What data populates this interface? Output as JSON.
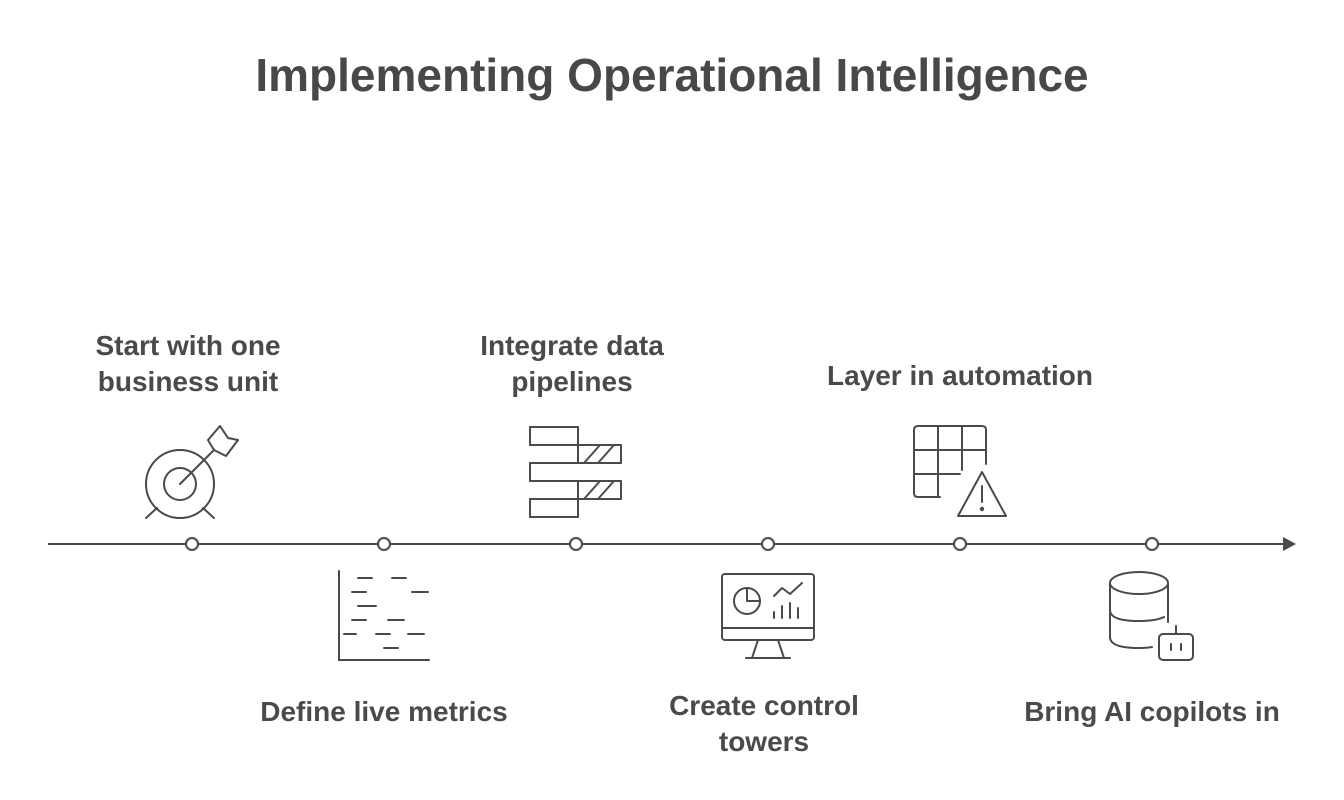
{
  "title": "Implementing Operational Intelligence",
  "steps": [
    {
      "label": "Start with one\nbusiness unit",
      "icon": "target-dart-icon",
      "side": "above"
    },
    {
      "label": "Define live metrics",
      "icon": "metrics-chart-icon",
      "side": "below"
    },
    {
      "label": "Integrate data\npipelines",
      "icon": "data-pipeline-icon",
      "side": "above"
    },
    {
      "label": "Create control\ntowers",
      "icon": "monitor-dashboard-icon",
      "side": "below"
    },
    {
      "label": "Layer in automation",
      "icon": "grid-warning-icon",
      "side": "above"
    },
    {
      "label": "Bring AI copilots in",
      "icon": "database-robot-icon",
      "side": "below"
    }
  ],
  "colors": {
    "text": "#4a4a4a",
    "line": "#4a4a4a",
    "background": "#ffffff"
  }
}
